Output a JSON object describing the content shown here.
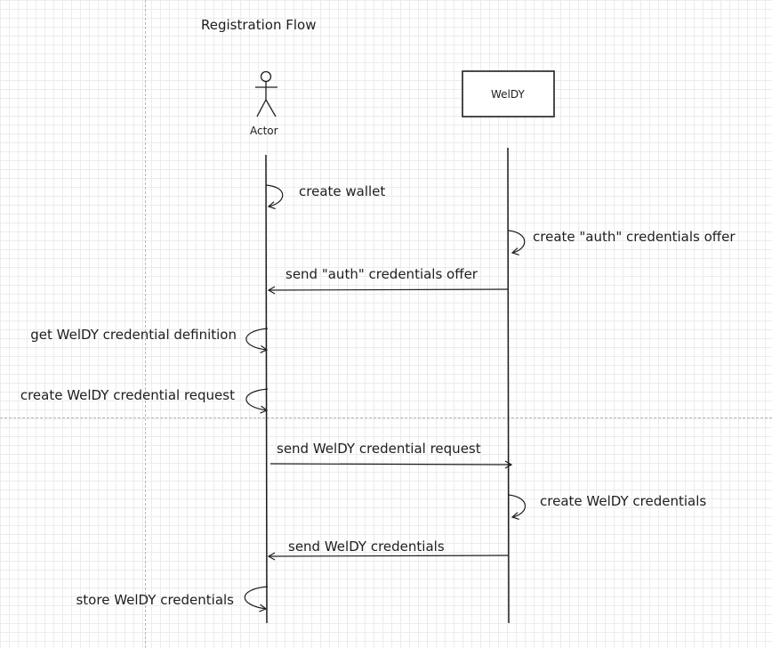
{
  "diagram": {
    "title": "Registration Flow",
    "actor_label": "Actor",
    "system_label": "WelDY",
    "messages": {
      "create_wallet": "create wallet",
      "create_auth_offer": "create \"auth\" credentials offer",
      "send_auth_offer": "send \"auth\" credentials offer",
      "get_definition": "get WelDY credential definition",
      "create_request": "create WelDY credential request",
      "send_request": "send WelDY credential request",
      "create_credentials": "create WelDY credentials",
      "send_credentials": "send WelDY credentials",
      "store_credentials": "store WelDY credentials"
    }
  }
}
